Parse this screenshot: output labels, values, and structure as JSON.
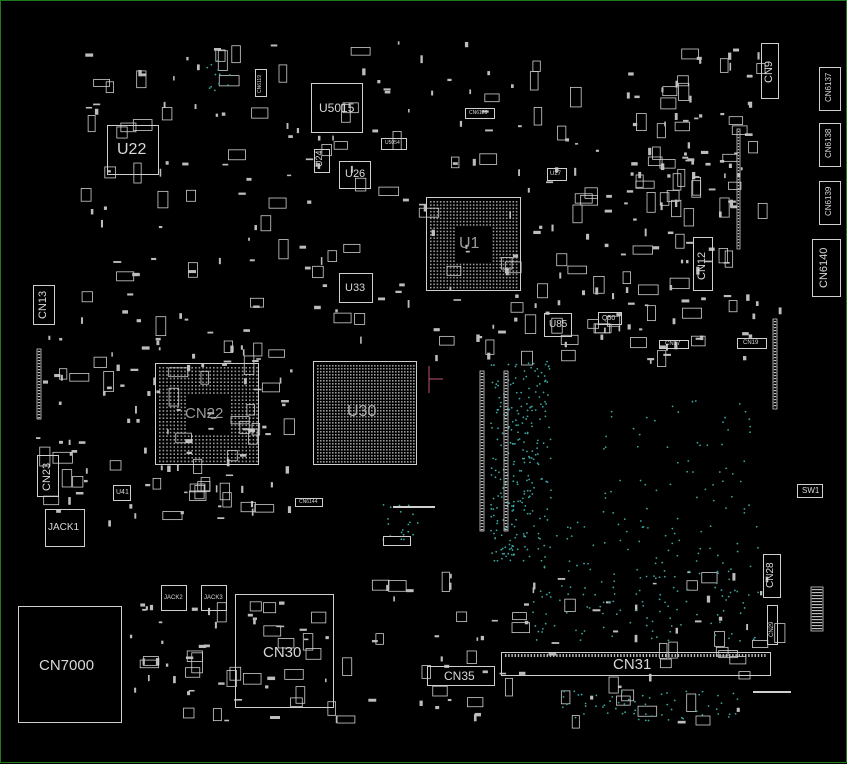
{
  "colors": {
    "background": "#000000",
    "outline": "#cfcfcf",
    "pad": "#bdbdbd",
    "via": "#3aa7a0",
    "frame": "#1f7a1f",
    "marker": "#c0507a"
  },
  "labels": {
    "u22": "U22",
    "u5015": "U5015",
    "u26": "U26",
    "u24": "U24",
    "u33": "U33",
    "u1": "U1",
    "u85": "U85",
    "cn22": "CN22",
    "u30": "U30",
    "cn9": "CN9",
    "cn6137": "CN6137",
    "cn6138": "CN6138",
    "cn6139": "CN6139",
    "cn6140": "CN6140",
    "cn12": "CN12",
    "cn13": "CN13",
    "cn23": "CN23",
    "jack1": "JACK1",
    "cn7000": "CN7000",
    "cn30": "CN30",
    "cn31": "CN31",
    "cn35": "CN35",
    "cn28": "CN28",
    "sw1": "SW1",
    "u41": "U41",
    "q50": "Q50",
    "cn17": "CN17",
    "cn19": "CN19",
    "jack2": "JACK2",
    "jack3": "JACK3",
    "cn29": "CN29",
    "u27": "U27",
    "cn6144": "CN6144",
    "cn6119": "CN6119",
    "cn6129": "CN6129",
    "u5054": "U5054"
  }
}
